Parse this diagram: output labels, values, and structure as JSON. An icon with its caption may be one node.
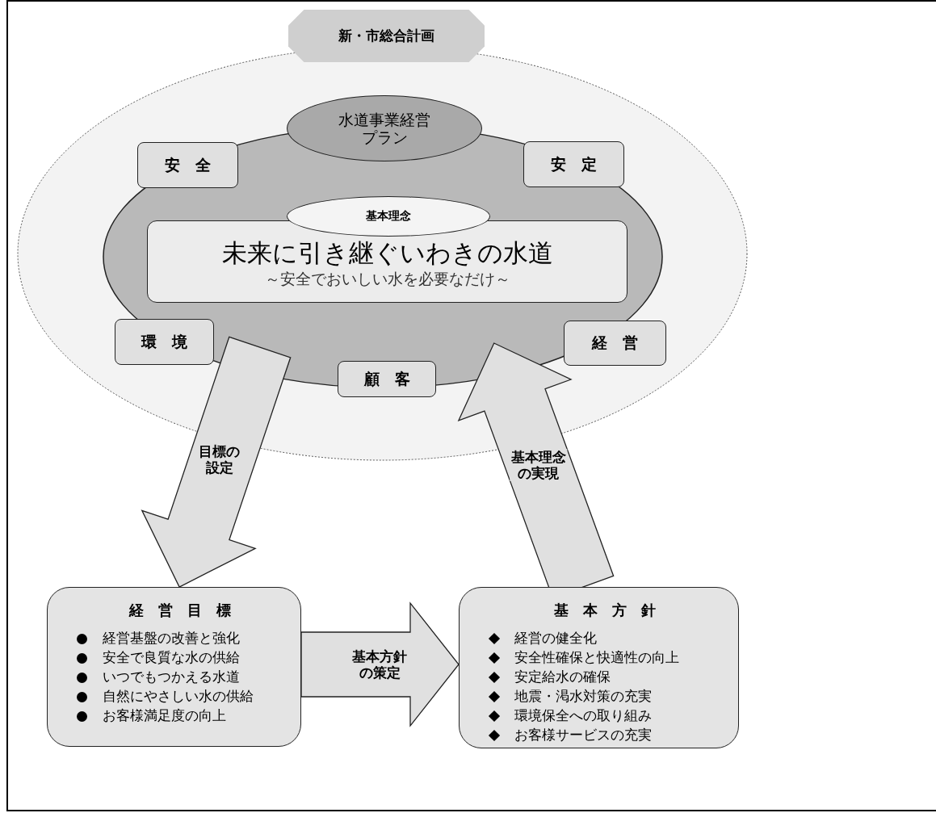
{
  "diagram": {
    "nodes": [
      {
        "text": [
          "新・市総合計画"
        ]
      },
      {
        "text": [
          "水道事業経営プラン"
        ],
        "in": 0
      },
      {
        "text": [
          "安　全"
        ],
        "in": 1
      },
      {
        "text": [
          "安　定"
        ],
        "in": 1
      },
      {
        "text": [
          "基本理念",
          "未来に引き継ぐいわきの水道",
          "～安全でおいしい水を必要なだけ～"
        ],
        "in": 1
      },
      {
        "text": [
          "環　境"
        ],
        "in": 0
      },
      {
        "text": [
          "経　営"
        ],
        "in": 0
      },
      {
        "text": [
          "顧　客"
        ],
        "in": 0
      },
      {
        "text": [
          "経　営　目　標",
          "経営基盤の改善と強化",
          "安全で良質な水の供給",
          "いつでもつかえる水道",
          "自然にやさしい水の供給",
          "お客様満足度の向上"
        ]
      },
      {
        "text": [
          "基　本　方　針",
          "経営の健全化",
          "安全性確保と快適性の向上",
          "安定給水の確保",
          "地震・渇水対策の充実",
          "環境保全への取り組み",
          "お客様サービスの充実"
        ]
      }
    ],
    "edges": [
      {
        "from": 1,
        "to": 8,
        "arrow": "to",
        "label": "目標の設定"
      },
      {
        "from": 9,
        "to": 1,
        "arrow": "to",
        "label": "基本理念の実現"
      },
      {
        "from": 8,
        "to": 9,
        "arrow": "to",
        "label": "基本方針の策定"
      }
    ]
  }
}
